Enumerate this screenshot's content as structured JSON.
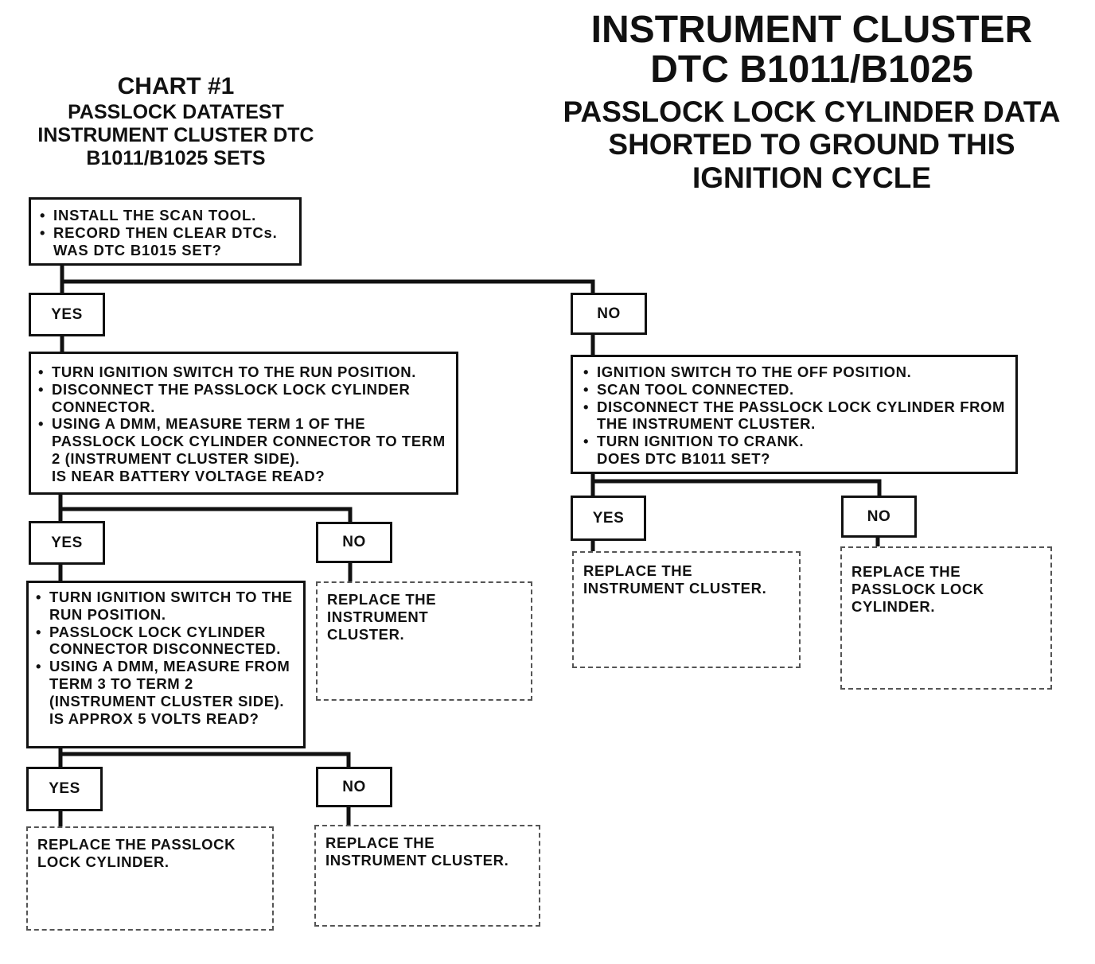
{
  "header": {
    "main_title": "INSTRUMENT CLUSTER",
    "main_code": "DTC B1011/B1025",
    "main_subtitle": "PASSLOCK LOCK CYLINDER DATA SHORTED TO GROUND THIS IGNITION CYCLE"
  },
  "chart": {
    "number": "CHART #1",
    "subtitle": "PASSLOCK DATATEST INSTRUMENT CLUSTER DTC B1011/B1025 SETS"
  },
  "steps": {
    "start": {
      "bullets": [
        "INSTALL THE SCAN TOOL.",
        "RECORD THEN CLEAR DTCs."
      ],
      "question": "WAS DTC B1015 SET?"
    },
    "yes_step": {
      "bullets": [
        "TURN IGNITION SWITCH TO THE RUN POSITION.",
        "DISCONNECT THE PASSLOCK LOCK CYLINDER CONNECTOR.",
        "USING A DMM, MEASURE TERM 1 OF THE PASSLOCK LOCK CYLINDER CONNECTOR TO TERM 2 (INSTRUMENT CLUSTER SIDE)."
      ],
      "question": "IS NEAR BATTERY VOLTAGE READ?"
    },
    "volt_step": {
      "bullets": [
        "TURN IGNITION SWITCH TO THE RUN POSITION.",
        "PASSLOCK LOCK CYLINDER CONNECTOR DISCONNECTED.",
        "USING A DMM, MEASURE FROM TERM 3 TO TERM 2 (INSTRUMENT CLUSTER SIDE)."
      ],
      "question": "IS APPROX 5 VOLTS READ?"
    },
    "no_step": {
      "bullets": [
        "IGNITION SWITCH TO THE OFF POSITION.",
        "SCAN TOOL CONNECTED.",
        "DISCONNECT THE PASSLOCK LOCK CYLINDER FROM THE INSTRUMENT CLUSTER.",
        "TURN IGNITION TO CRANK."
      ],
      "question": "DOES DTC B1011 SET?"
    }
  },
  "labels": {
    "yes": "YES",
    "no": "NO"
  },
  "results": {
    "r1": "REPLACE THE\nINSTRUMENT\nCLUSTER.",
    "r2": "REPLACE THE PASSLOCK\nLOCK CYLINDER.",
    "r3": "REPLACE THE\nINSTRUMENT CLUSTER.",
    "r4": "REPLACE THE\nINSTRUMENT CLUSTER.",
    "r5": "REPLACE THE\nPASSLOCK LOCK\nCYLINDER."
  },
  "colors": {
    "ink": "#111111",
    "background": "#ffffff"
  }
}
